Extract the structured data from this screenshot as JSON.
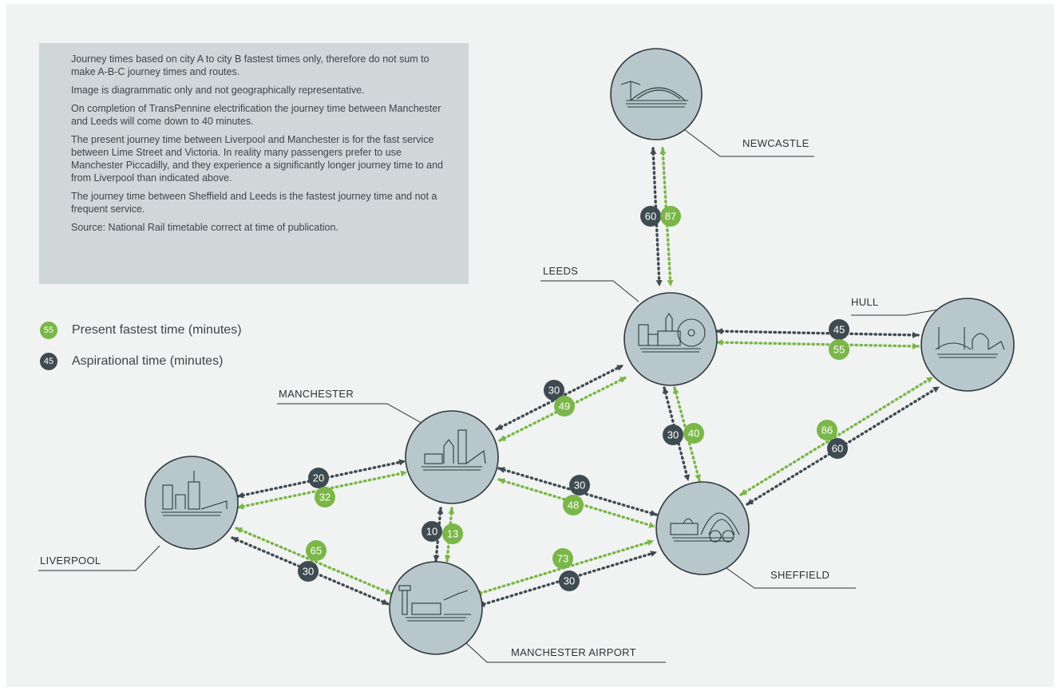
{
  "colors": {
    "present": "#7ab648",
    "aspirational": "#3e4b51",
    "city_fill": "#b7c7cb",
    "city_stroke": "#2f3a3e",
    "notes_bg": "#cfd7d9",
    "panel_bg": "#f1f2f2"
  },
  "notes": [
    "Journey times based on city A to city B fastest times only, therefore do not sum to make A-B-C journey times and routes.",
    "Image is diagrammatic only and not geographically representative.",
    "On completion of TransPennine electrification the journey time between Manchester and Leeds will come down to 40 minutes.",
    "The present journey time between Liverpool and Manchester is for the fast service between Lime Street and Victoria. In reality many passengers prefer to use Manchester Piccadilly, and they experience a significantly longer journey time to and from Liverpool than indicated above.",
    "The journey time between Sheffield and Leeds is the fastest journey time and not a frequent service.",
    "Source: National Rail timetable correct at time of publication."
  ],
  "legend": {
    "present": {
      "sample": "55",
      "label": "Present fastest time (minutes)"
    },
    "aspirational": {
      "sample": "45",
      "label": "Aspirational time (minutes)"
    }
  },
  "cities": {
    "newcastle": {
      "label": "NEWCASTLE"
    },
    "leeds": {
      "label": "LEEDS"
    },
    "hull": {
      "label": "HULL"
    },
    "manchester": {
      "label": "MANCHESTER"
    },
    "liverpool": {
      "label": "LIVERPOOL"
    },
    "sheffield": {
      "label": "SHEFFIELD"
    },
    "airport": {
      "label": "MANCHESTER AIRPORT"
    }
  },
  "routes": [
    {
      "from": "Newcastle",
      "to": "Leeds",
      "present": "87",
      "aspirational": "60"
    },
    {
      "from": "Leeds",
      "to": "Hull",
      "present": "55",
      "aspirational": "45"
    },
    {
      "from": "Manchester",
      "to": "Leeds",
      "present": "49",
      "aspirational": "30"
    },
    {
      "from": "Leeds",
      "to": "Sheffield",
      "present": "40",
      "aspirational": "30"
    },
    {
      "from": "Sheffield",
      "to": "Hull",
      "present": "86",
      "aspirational": "60"
    },
    {
      "from": "Liverpool",
      "to": "Manchester",
      "present": "32",
      "aspirational": "20"
    },
    {
      "from": "Manchester",
      "to": "Sheffield",
      "present": "48",
      "aspirational": "30"
    },
    {
      "from": "Manchester",
      "to": "Manchester Airport",
      "present": "13",
      "aspirational": "10"
    },
    {
      "from": "Liverpool",
      "to": "Manchester Airport",
      "present": "65",
      "aspirational": "30"
    },
    {
      "from": "Manchester Airport",
      "to": "Sheffield",
      "present": "73",
      "aspirational": "30"
    }
  ]
}
